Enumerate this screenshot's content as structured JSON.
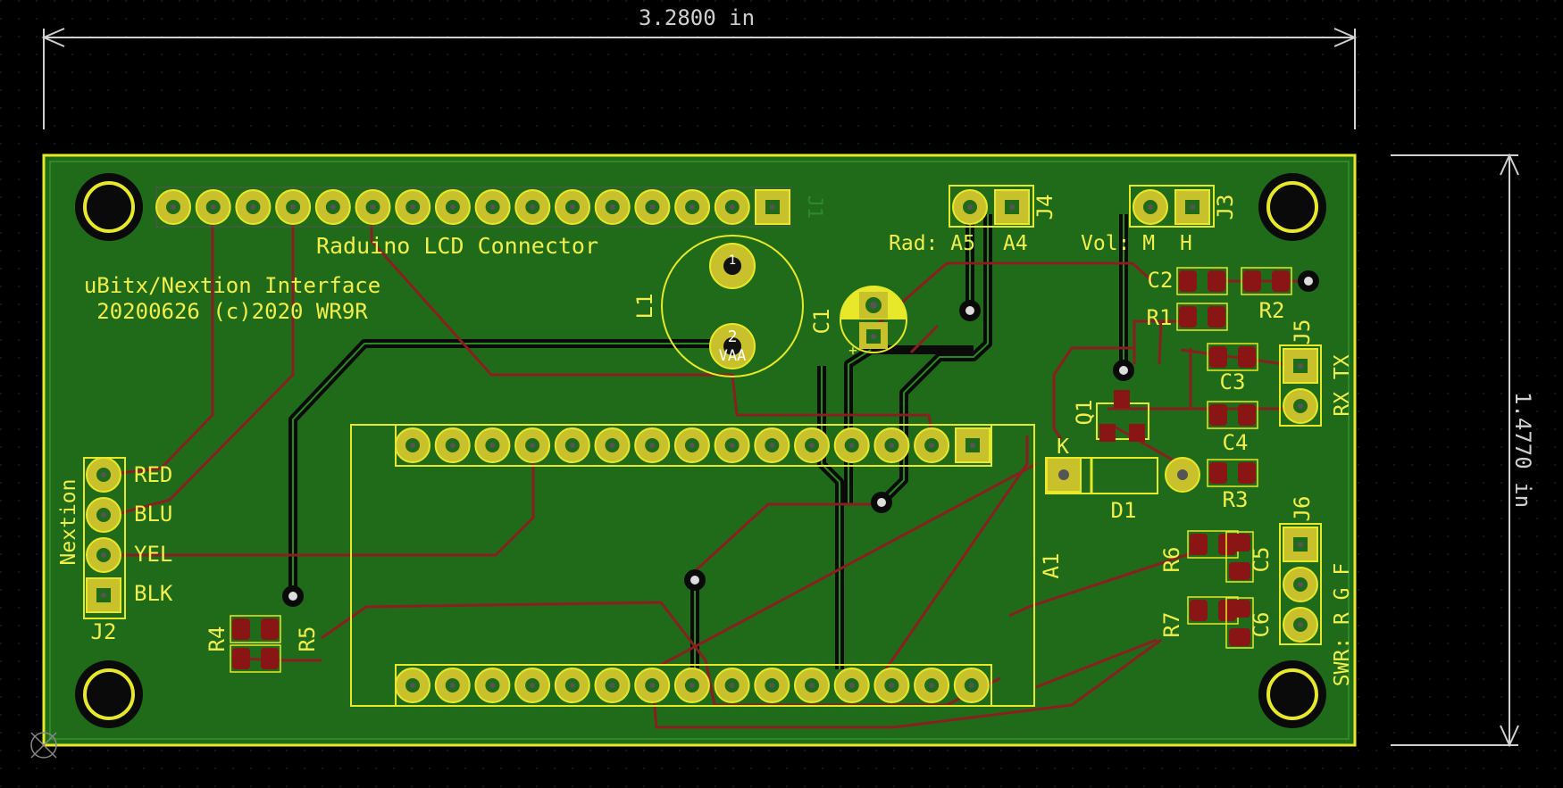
{
  "dimensions": {
    "width_label": "3.2800 in",
    "height_label": "1.4770 in"
  },
  "labels": {
    "lcd_connector": "Raduino LCD Connector",
    "title_line1": "uBitx/Nextion Interface",
    "title_line2": "20200626 (c)2020 WR9R",
    "rad_a5": "Rad: A5",
    "a4": "A4",
    "vol_m": "Vol: M",
    "h": "H",
    "rx_tx": "RX TX",
    "nextion": "Nextion",
    "swr": "SWR: R G F",
    "k": "K",
    "pad1": "1",
    "pad2": "2",
    "vaa": "VAA",
    "plus": "+"
  },
  "refdes": {
    "J1": "J1",
    "J2": "J2",
    "J3": "J3",
    "J4": "J4",
    "J5": "J5",
    "J6": "J6",
    "L1": "L1",
    "C1": "C1",
    "C2": "C2",
    "C3": "C3",
    "C4": "C4",
    "C5": "C5",
    "C6": "C6",
    "R1": "R1",
    "R2": "R2",
    "R3": "R3",
    "R4": "R4",
    "R5": "R5",
    "R6": "R6",
    "R7": "R7",
    "Q1": "Q1",
    "D1": "D1",
    "A1": "A1"
  },
  "nextion_pins": [
    "RED",
    "BLU",
    "YEL",
    "BLK"
  ],
  "colors": {
    "background": "#000000",
    "board": "#1f6b1a",
    "copper_pad": "#c9c12c",
    "silkscreen": "#f2ee4c",
    "trace_front": "#8a1f1f",
    "trace_back": "#0a0a0a",
    "smd_pad": "#8a1515",
    "dimension": "#d0d0d0"
  }
}
